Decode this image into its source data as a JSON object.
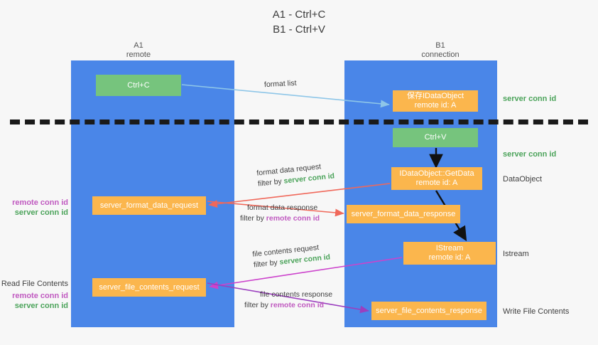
{
  "title": {
    "line1": "A1 - Ctrl+C",
    "line2": "B1 - Ctrl+V"
  },
  "lanes": [
    {
      "id": "a1",
      "name": "A1",
      "role": "remote",
      "color": "#4a86e8"
    },
    {
      "id": "b1",
      "name": "B1",
      "role": "connection",
      "color": "#4a86e8"
    }
  ],
  "boxes": {
    "ctrl_c": {
      "label": "Ctrl+C",
      "color": "#76c47d"
    },
    "save_idataobject": {
      "line1": "保存IDataObject",
      "line2": "remote id: A",
      "color": "#fbb64d"
    },
    "ctrl_v": {
      "label": "Ctrl+V",
      "color": "#76c47d"
    },
    "getdata": {
      "line1": "IDataObject::GetData",
      "line2": "remote id: A",
      "color": "#fbb64d"
    },
    "server_format_data_request": {
      "label": "server_format_data_request",
      "color": "#fbb64d"
    },
    "server_format_data_response": {
      "label": "server_format_data_response",
      "color": "#fbb64d"
    },
    "istream": {
      "line1": "IStream",
      "line2": "remote id: A",
      "color": "#fbb64d"
    },
    "server_file_contents_request": {
      "label": "server_file_contents_request",
      "color": "#fbb64d"
    },
    "server_file_contents_response": {
      "label": "server_file_contents_response",
      "color": "#fbb64d"
    }
  },
  "arrow_labels": {
    "format_list": "format list",
    "format_data_request": "format data request",
    "format_data_request_filter_prefix": "filter by ",
    "format_data_request_filter_key": "server conn id",
    "format_data_response": "format data response",
    "format_data_response_filter_prefix": "filter by ",
    "format_data_response_filter_key": "remote conn id",
    "file_contents_request": "file contents request",
    "file_contents_request_filter_prefix": "filter by ",
    "file_contents_request_filter_key": "server conn id",
    "file_contents_response": "file contents response",
    "file_contents_response_filter_prefix": "filter by ",
    "file_contents_response_filter_key": "remote conn id"
  },
  "right_notes": {
    "server_conn_id_top": "server conn id",
    "server_conn_id_mid": "server conn id",
    "dataobject": "DataObject",
    "istream": "Istream",
    "write_file_contents": "Write File Contents"
  },
  "left_notes": {
    "remote_conn_id_1": "remote conn id",
    "server_conn_id_1": "server conn id",
    "read_file_contents": "Read File Contents",
    "remote_conn_id_2": "remote conn id",
    "server_conn_id_2": "server conn id"
  },
  "colors": {
    "lane": "#4a86e8",
    "green_box": "#76c47d",
    "orange_box": "#fbb64d",
    "server_conn_id": "#4ba35a",
    "remote_conn_id": "#c05ac0",
    "arrow_blue": "#8ec6e8",
    "arrow_red": "#f0685a",
    "arrow_magenta": "#cc43cc",
    "arrow_purple": "#9b3fbf",
    "arrow_black": "#111111",
    "divider": "#1a1a1a",
    "background": "#f7f7f7"
  }
}
